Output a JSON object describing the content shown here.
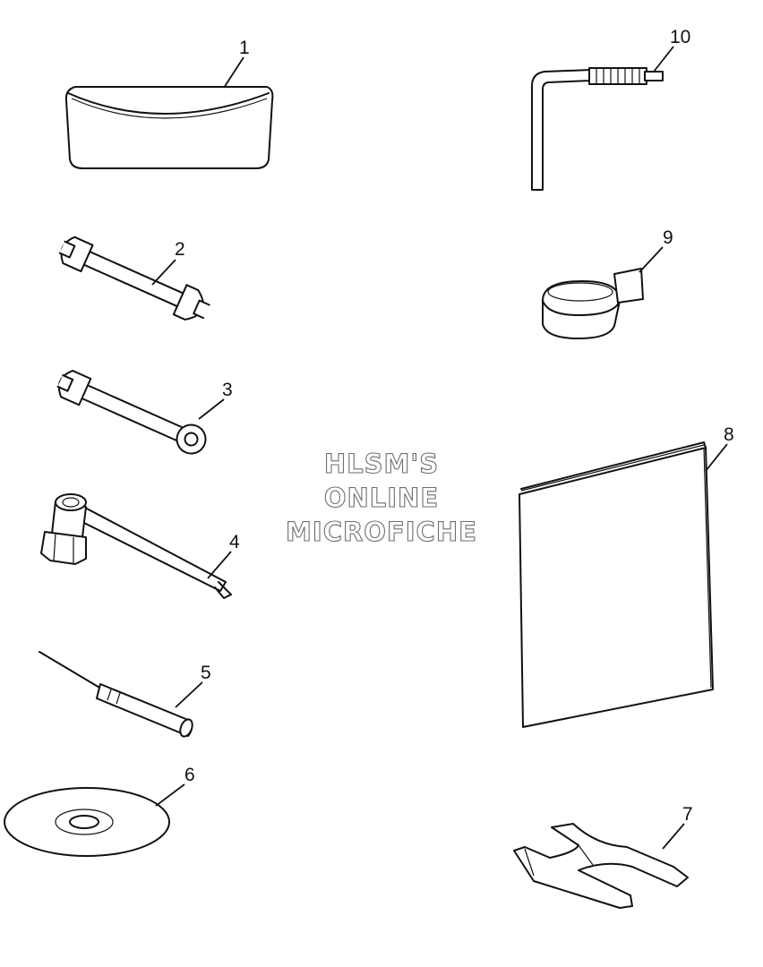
{
  "watermark": {
    "line1": "HLSM'S",
    "line2": "ONLINE",
    "line3": "MICROFICHE"
  },
  "callouts": [
    {
      "id": 1,
      "label": "1"
    },
    {
      "id": 2,
      "label": "2"
    },
    {
      "id": 3,
      "label": "3"
    },
    {
      "id": 4,
      "label": "4"
    },
    {
      "id": 5,
      "label": "5"
    },
    {
      "id": 6,
      "label": "6"
    },
    {
      "id": 7,
      "label": "7"
    },
    {
      "id": 8,
      "label": "8"
    },
    {
      "id": 9,
      "label": "9"
    },
    {
      "id": 10,
      "label": "10"
    }
  ]
}
